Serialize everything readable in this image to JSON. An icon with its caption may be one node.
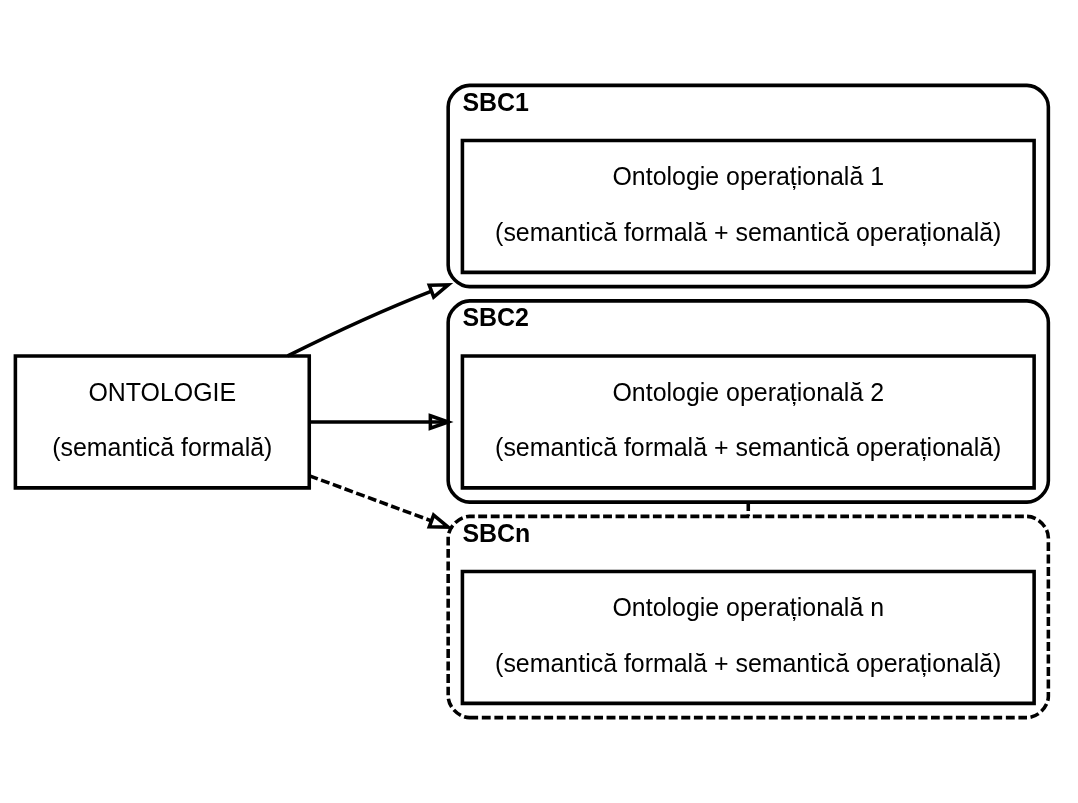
{
  "diagram": {
    "nodes": [
      {
        "text": [
          "ONTOLOGIE",
          "(semantică formală)"
        ]
      },
      {
        "text": [
          "SBC1"
        ]
      },
      {
        "text": [
          "Ontologie operațională 1",
          "(semantică formală + semantică operațională)"
        ],
        "in": 1
      },
      {
        "text": [
          "SBC2"
        ]
      },
      {
        "text": [
          "Ontologie operațională 2",
          "(semantică formală + semantică operațională)"
        ],
        "in": 3
      },
      {
        "text": [
          "SBCn"
        ]
      },
      {
        "text": [
          "Ontologie operațională n",
          "(semantică formală + semantică operațională)"
        ],
        "in": 5
      }
    ],
    "edges": [
      {
        "from": 0,
        "to": 1,
        "arrow": "to"
      },
      {
        "from": 0,
        "to": 3,
        "arrow": "to"
      },
      {
        "from": 0,
        "to": 5,
        "arrow": "to",
        "style": "dashed"
      },
      {
        "from": 3,
        "to": 5,
        "arrow": "none",
        "style": "dashed"
      }
    ]
  }
}
